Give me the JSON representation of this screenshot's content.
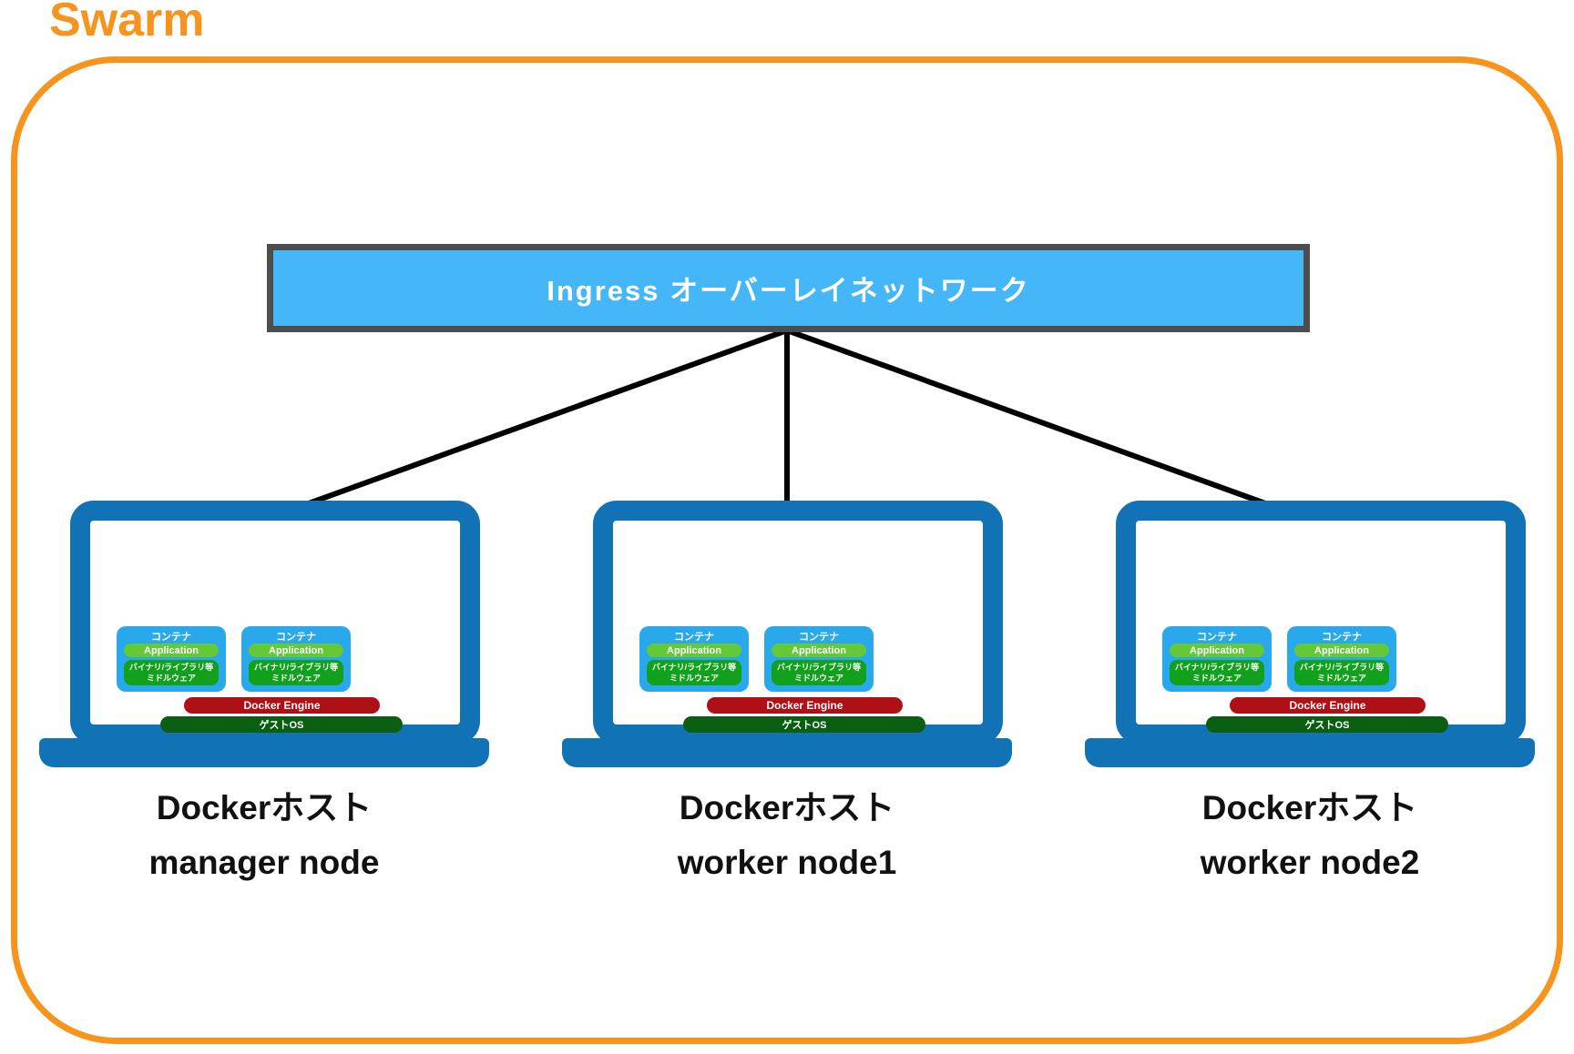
{
  "title": "Swarm",
  "network": {
    "label": "Ingress オーバーレイネットワーク"
  },
  "hosts": [
    {
      "label_jp": "Dockerホスト",
      "label_en": "manager node"
    },
    {
      "label_jp": "Dockerホスト",
      "label_en": "worker node1"
    },
    {
      "label_jp": "Dockerホスト",
      "label_en": "worker node2"
    }
  ],
  "container": {
    "title": "コンテナ",
    "application": "Application",
    "middleware_line1": "バイナリ/ライブラリ等",
    "middleware_line2": "ミドルウェア"
  },
  "stack": {
    "engine": "Docker Engine",
    "guest_os": "ゲストOS"
  },
  "colors": {
    "accent_orange": "#f7941d",
    "docker_blue": "#1272b6",
    "container_blue": "#29a9ec",
    "network_blue": "#45b6f8",
    "network_border_gray": "#4d4d4d",
    "application_green": "#65c837",
    "middleware_green": "#12a11c",
    "engine_red": "#ae1016",
    "guest_os_green": "#0a5e12",
    "line_black": "#000000"
  }
}
